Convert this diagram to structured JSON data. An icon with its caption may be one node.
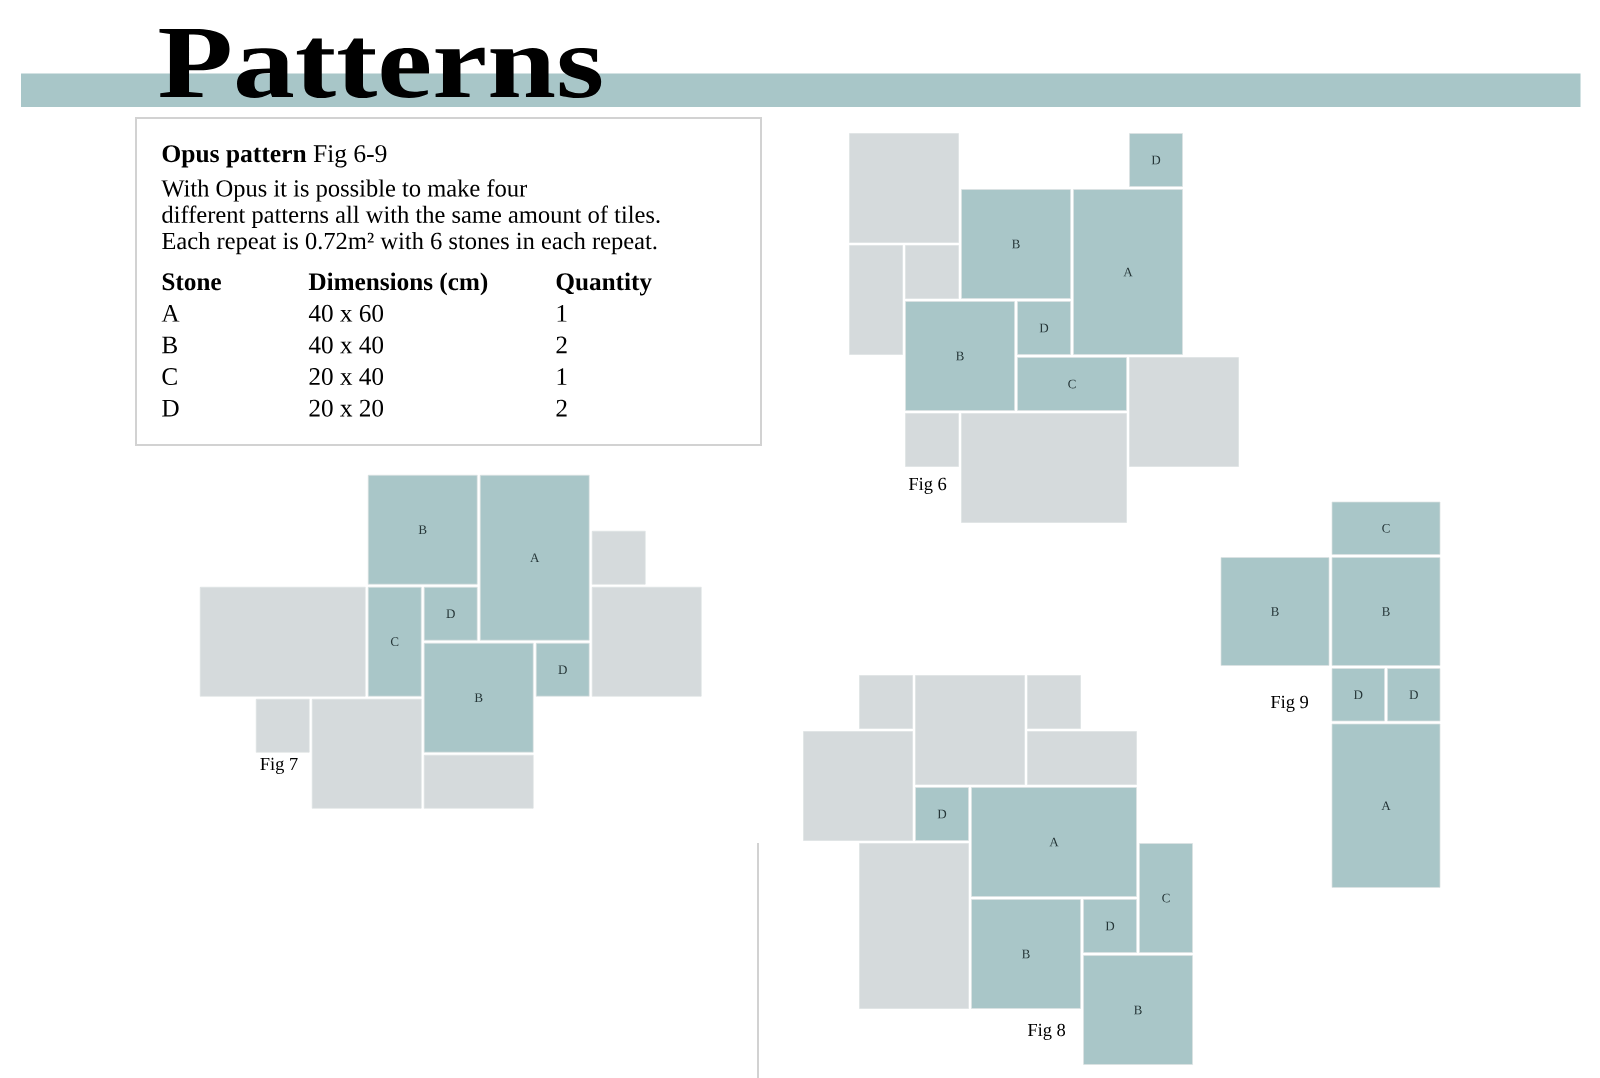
{
  "diagram": {
    "title": "Patterns",
    "nodes": [
      {
        "text": [
          "**Opus pattern** Fig 6-9",
          "With Opus it is possible to make four different patterns all with the same amount of tiles. Each repeat is 0.72m² with 6 stones in each repeat."
        ]
      },
      {
        "text": [],
        "shape": "box"
      },
      {
        "text": [
          "D"
        ]
      },
      {
        "text": [
          "B"
        ]
      },
      {
        "text": [
          "A"
        ]
      },
      {
        "text": [],
        "shape": "box"
      },
      {
        "text": [],
        "shape": "box"
      },
      {
        "text": [
          "B"
        ]
      },
      {
        "text": [
          "D"
        ]
      },
      {
        "text": [
          "C"
        ]
      },
      {
        "text": [],
        "shape": "box"
      },
      {
        "text": [],
        "shape": "box"
      },
      {
        "text": [],
        "shape": "box"
      },
      {
        "text": [
          "B"
        ]
      },
      {
        "text": [
          "A"
        ]
      },
      {
        "text": [],
        "shape": "box"
      },
      {
        "text": [],
        "shape": "box"
      },
      {
        "text": [
          "C"
        ]
      },
      {
        "text": [
          "D"
        ]
      },
      {
        "text": [],
        "shape": "box"
      },
      {
        "text": [
          "B"
        ]
      },
      {
        "text": [
          "D"
        ]
      },
      {
        "text": [],
        "shape": "box"
      },
      {
        "text": [],
        "shape": "box"
      },
      {
        "text": [],
        "shape": "box"
      },
      {
        "text": [
          "C"
        ]
      },
      {
        "text": [
          "B"
        ]
      },
      {
        "text": [
          "B"
        ]
      },
      {
        "text": [
          "D"
        ]
      },
      {
        "text": [
          "D"
        ]
      },
      {
        "text": [
          "A"
        ]
      },
      {
        "text": [],
        "shape": "box"
      },
      {
        "text": [],
        "shape": "box"
      },
      {
        "text": [],
        "shape": "box"
      },
      {
        "text": [],
        "shape": "box"
      },
      {
        "text": [],
        "shape": "box"
      },
      {
        "text": [
          "D"
        ]
      },
      {
        "text": [
          "A"
        ]
      },
      {
        "text": [],
        "shape": "box"
      },
      {
        "text": [
          "C"
        ]
      },
      {
        "text": [
          "B"
        ]
      },
      {
        "text": [
          "D"
        ]
      },
      {
        "text": [
          "B"
        ]
      }
    ],
    "labels": [
      "Stone",
      "Dimensions (cm)",
      "Quantity",
      "A",
      "40 x 60",
      "1",
      "B",
      "40 x 40",
      "2",
      "C",
      "20 x 40",
      "1",
      "D",
      "20 x 20",
      "2",
      "Fig 6",
      "Fig 9",
      "Fig 7",
      "Fig 8"
    ]
  }
}
